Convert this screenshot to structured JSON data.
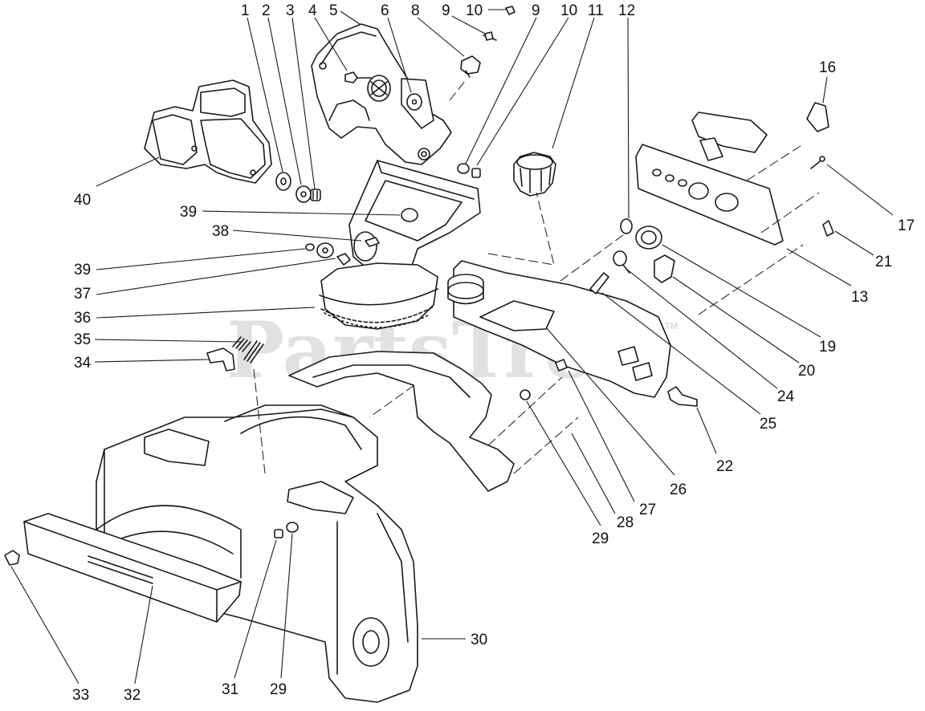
{
  "watermark": {
    "text": "PartsTree",
    "trademark": "TM"
  },
  "callouts": [
    {
      "id": "c1",
      "label": "1"
    },
    {
      "id": "c2",
      "label": "2"
    },
    {
      "id": "c3",
      "label": "3"
    },
    {
      "id": "c4",
      "label": "4"
    },
    {
      "id": "c5",
      "label": "5"
    },
    {
      "id": "c6",
      "label": "6"
    },
    {
      "id": "c8",
      "label": "8"
    },
    {
      "id": "c9a",
      "label": "9"
    },
    {
      "id": "c10a",
      "label": "10"
    },
    {
      "id": "c9b",
      "label": "9"
    },
    {
      "id": "c10b",
      "label": "10"
    },
    {
      "id": "c11",
      "label": "11"
    },
    {
      "id": "c12",
      "label": "12"
    },
    {
      "id": "c16",
      "label": "16"
    },
    {
      "id": "c17",
      "label": "17"
    },
    {
      "id": "c21",
      "label": "21"
    },
    {
      "id": "c13",
      "label": "13"
    },
    {
      "id": "c19",
      "label": "19"
    },
    {
      "id": "c20",
      "label": "20"
    },
    {
      "id": "c24",
      "label": "24"
    },
    {
      "id": "c25",
      "label": "25"
    },
    {
      "id": "c22",
      "label": "22"
    },
    {
      "id": "c26",
      "label": "26"
    },
    {
      "id": "c27",
      "label": "27"
    },
    {
      "id": "c28",
      "label": "28"
    },
    {
      "id": "c29a",
      "label": "29"
    },
    {
      "id": "c30",
      "label": "30"
    },
    {
      "id": "c40",
      "label": "40"
    },
    {
      "id": "c39a",
      "label": "39"
    },
    {
      "id": "c38",
      "label": "38"
    },
    {
      "id": "c39b",
      "label": "39"
    },
    {
      "id": "c37",
      "label": "37"
    },
    {
      "id": "c36",
      "label": "36"
    },
    {
      "id": "c35",
      "label": "35"
    },
    {
      "id": "c34",
      "label": "34"
    },
    {
      "id": "c33",
      "label": "33"
    },
    {
      "id": "c32",
      "label": "32"
    },
    {
      "id": "c31",
      "label": "31"
    },
    {
      "id": "c29b",
      "label": "29"
    }
  ]
}
